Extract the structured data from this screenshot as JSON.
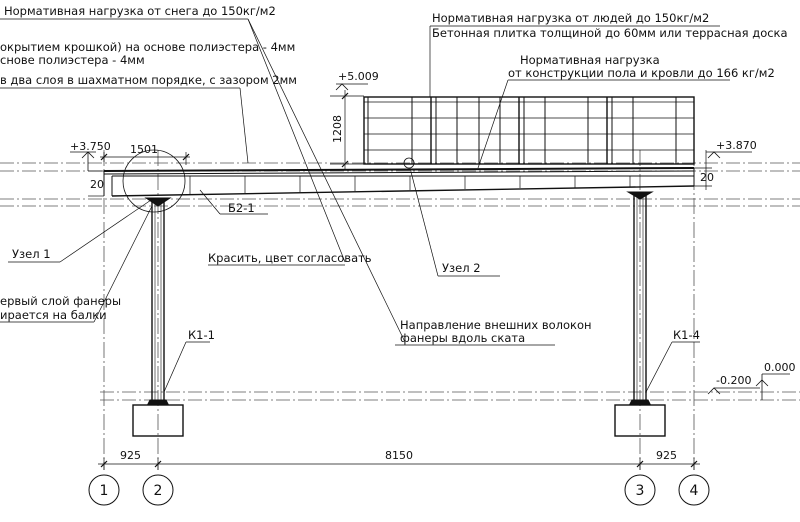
{
  "labels": {
    "snow_load": "Нормативная нагрузка от снега до 150кг/м2",
    "roof_line1": "окрытием крошкой) на основе полиэстера - 4мм",
    "roof_line2": "снове полиэстера - 4мм",
    "plywood_layers": "в два слоя в шахматном порядке, с зазором 2мм",
    "people_load": "Нормативная нагрузка от людей до 150кг/м2",
    "concrete_tile": "Бетонная плитка толщиной до 60мм или террасная доска",
    "floor_load_line1": "Нормативная нагрузка",
    "floor_load_line2": "от конструкции пола и кровли до 166 кг/м2",
    "node1": "Узел 1",
    "node2": "Узел 2",
    "paint": "Красить, цвет согласовать",
    "plywood_first_line1": "ервый слой фанеры",
    "plywood_first_line2": "ирается на балки",
    "fibers_line1": "Направление внешних волокон",
    "fibers_line2": "фанеры вдоль ската",
    "beam_b21": "Б2-1",
    "column_k11": "К1-1",
    "column_k14": "К1-4"
  },
  "levels": {
    "left_top": "+3.750",
    "right_top": "+3.870",
    "railing_top": "+5.009",
    "ground_rel": "-0.200",
    "ground_zero": "0.000"
  },
  "dimensions": {
    "span_1501": "1501",
    "railing_height": "1208",
    "slab_left": "20",
    "slab_right": "20",
    "bay_left": "925",
    "bay_main": "8150",
    "bay_right": "925"
  },
  "axes": [
    "1",
    "2",
    "3",
    "4"
  ]
}
